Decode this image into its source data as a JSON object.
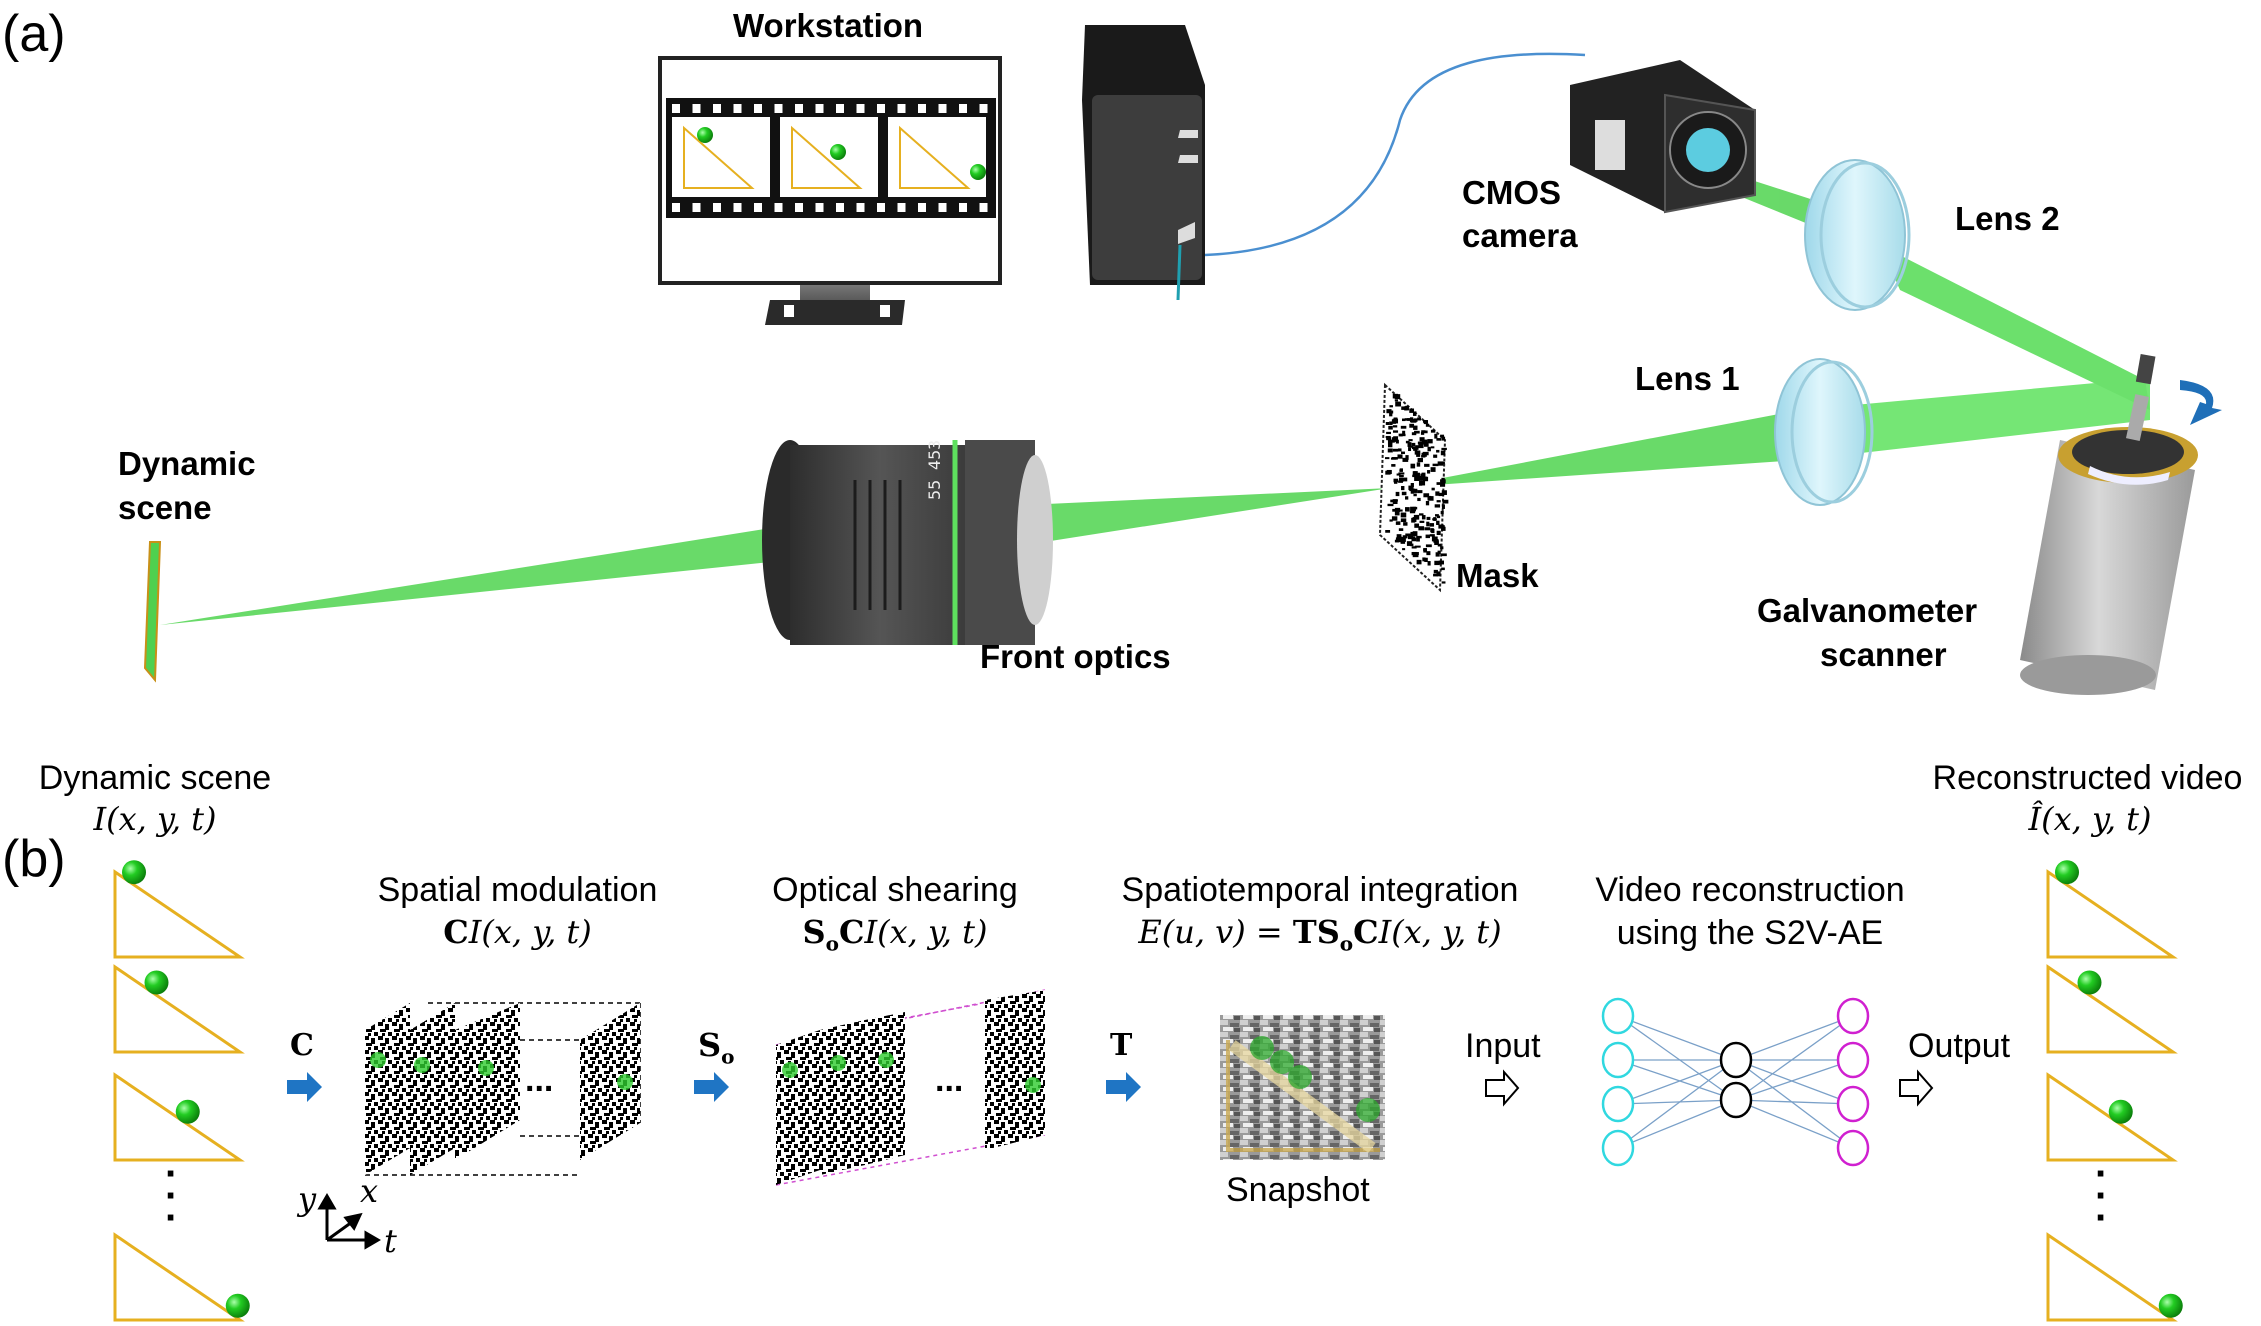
{
  "panel_a": {
    "label": "(a)",
    "components": {
      "workstation": "Workstation",
      "cmos_camera_line1": "CMOS",
      "cmos_camera_line2": "camera",
      "lens2": "Lens 2",
      "lens1": "Lens 1",
      "dynamic_scene_line1": "Dynamic",
      "dynamic_scene_line2": "scene",
      "mask": "Mask",
      "front_optics": "Front optics",
      "galvanometer_line1": "Galvanometer",
      "galvanometer_line2": "scanner"
    },
    "lens_markings": [
      "55",
      "45",
      "3"
    ],
    "colors": {
      "beam": "#3fcf3f",
      "lens_glass": "#bfeef8",
      "cable": "#4a8fd0",
      "rotation_arrow": "#1f6fb8",
      "triangle": "#e6b020",
      "ball": "#22c022"
    }
  },
  "panel_b": {
    "label": "(b)",
    "stages": {
      "dynamic_scene": {
        "title": "Dynamic scene",
        "formula": "I(x, y, t)"
      },
      "spatial_modulation": {
        "title": "Spatial modulation",
        "formula_bold": "C",
        "formula": "I(x, y, t)"
      },
      "optical_shearing": {
        "title": "Optical shearing",
        "formula_bold": "S",
        "formula_sub": "o",
        "formula_bold2": "C",
        "formula": "I(x, y, t)"
      },
      "spatiotemporal_integration": {
        "title": "Spatiotemporal integration",
        "formula_prefix": "E(u, v) = ",
        "formula_bold": "TS",
        "formula_sub": "o",
        "formula_bold2": "C",
        "formula": "I(x, y, t)"
      },
      "video_reconstruction": {
        "title_line1": "Video reconstruction",
        "title_line2": "using the S2V-AE"
      },
      "reconstructed_video": {
        "title": "Reconstructed video",
        "formula": "Î(x, y, t)"
      }
    },
    "operators": {
      "c": "C",
      "so_main": "S",
      "so_sub": "o",
      "t": "T"
    },
    "snapshot_label": "Snapshot",
    "input_label": "Input",
    "output_label": "Output",
    "ellipsis": "...",
    "vertical_ellipsis": "⋮",
    "axes": {
      "y": "y",
      "x": "x",
      "t": "t"
    },
    "frames_ball_position": [
      0.12,
      0.3,
      0.55,
      0.95
    ],
    "network": {
      "input_nodes": 4,
      "hidden_nodes": 2,
      "output_nodes": 4
    },
    "colors": {
      "arrow": "#1f75c4",
      "input_node": "#30d8e0",
      "hidden_node": "#000000",
      "output_node": "#d020d0",
      "edge": "#7aa0c8",
      "shear_box": "#d050d0"
    }
  }
}
